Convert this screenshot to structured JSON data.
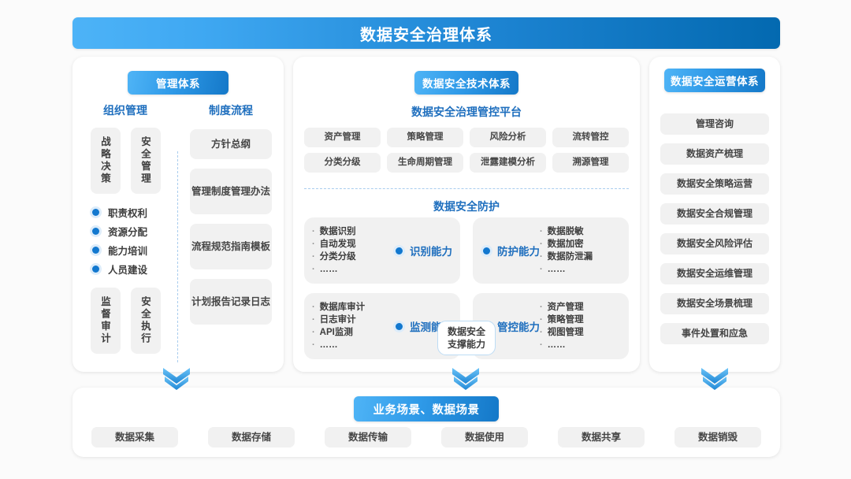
{
  "title": "数据安全治理体系",
  "theme": {
    "accent_light": "#4db3f7",
    "accent_dark": "#0369b0",
    "blue_text": "#1f6fbe",
    "chip_bg": "#f1f1f1",
    "chip_text": "#464646",
    "page_bg": "#fbfbfb"
  },
  "management": {
    "header": "管理体系",
    "org": {
      "title": "组织管理",
      "top_boxes": [
        "战略决策",
        "安全管理"
      ],
      "bullets": [
        "职责权利",
        "资源分配",
        "能力培训",
        "人员建设"
      ],
      "bottom_boxes": [
        "监督审计",
        "安全执行"
      ]
    },
    "process": {
      "title": "制度流程",
      "items": [
        "方针总纲",
        "管理制度\n管理办法",
        "流程规范\n指南模板",
        "计划报告\n记录日志"
      ]
    }
  },
  "technology": {
    "header": "数据安全技术体系",
    "platform_title": "数据安全治理管控平台",
    "platform_items": [
      "资产管理",
      "策略管理",
      "风险分析",
      "流转管控",
      "分类分级",
      "生命周期管理",
      "泄露建模分析",
      "溯源管理"
    ],
    "protection_title": "数据安全防护",
    "center_box": "数据安全\n支撑能力",
    "quadrants": [
      {
        "capability": "识别能力",
        "items": [
          "数据识别",
          "自动发现",
          "分类分级",
          "……"
        ],
        "align": "list-left"
      },
      {
        "capability": "防护能力",
        "items": [
          "数据脱敏",
          "数据加密",
          "数据防泄漏",
          "……"
        ],
        "align": "list-right"
      },
      {
        "capability": "监测能力",
        "items": [
          "数据库审计",
          "日志审计",
          "API监测",
          "……"
        ],
        "align": "list-left"
      },
      {
        "capability": "管控能力",
        "items": [
          "资产管理",
          "策略管理",
          "视图管理",
          "……"
        ],
        "align": "list-right"
      }
    ]
  },
  "operations": {
    "header": "数据安全运营体系",
    "items": [
      "管理咨询",
      "数据资产梳理",
      "数据安全策略运营",
      "数据安全合规管理",
      "数据安全风险评估",
      "数据安全运维管理",
      "数据安全场景梳理",
      "事件处置和应急"
    ]
  },
  "scenarios": {
    "header": "业务场景、数据场景",
    "items": [
      "数据采集",
      "数据存储",
      "数据传输",
      "数据使用",
      "数据共享",
      "数据销毁"
    ]
  },
  "icons": {
    "chevron": "double-chevron-down-icon",
    "bullet": "bullet-dot-icon"
  }
}
